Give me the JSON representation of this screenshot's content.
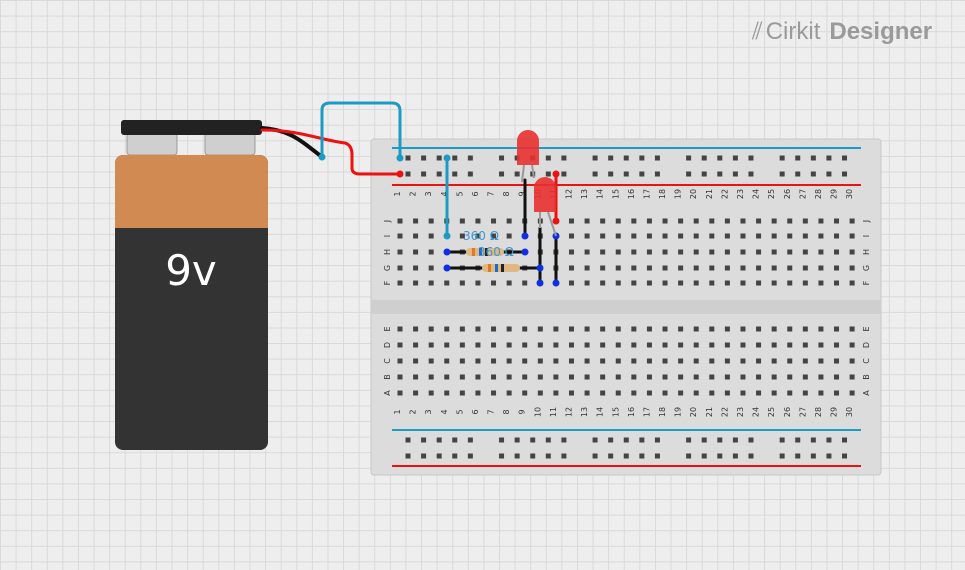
{
  "brand": {
    "name_light": "Cirkit",
    "name_bold": "Designer"
  },
  "battery": {
    "label": "9v"
  },
  "breadboard": {
    "columns": 30,
    "top_rows": [
      "J",
      "I",
      "H",
      "G",
      "F"
    ],
    "bottom_rows": [
      "E",
      "D",
      "C",
      "B",
      "A"
    ]
  },
  "resistors": [
    {
      "label": "360 Ω"
    },
    {
      "label": "360 Ω"
    }
  ],
  "leds": [
    {
      "color": "red"
    },
    {
      "color": "red"
    }
  ],
  "colors": {
    "rail_blue": "#1e9bc4",
    "rail_red": "#ee1111",
    "wire_blue": "#1e9bc4",
    "wire_red": "#ee1111",
    "wire_black": "#111111",
    "led": "#e83030",
    "battery_top": "#d18a52",
    "battery_body": "#333333"
  }
}
